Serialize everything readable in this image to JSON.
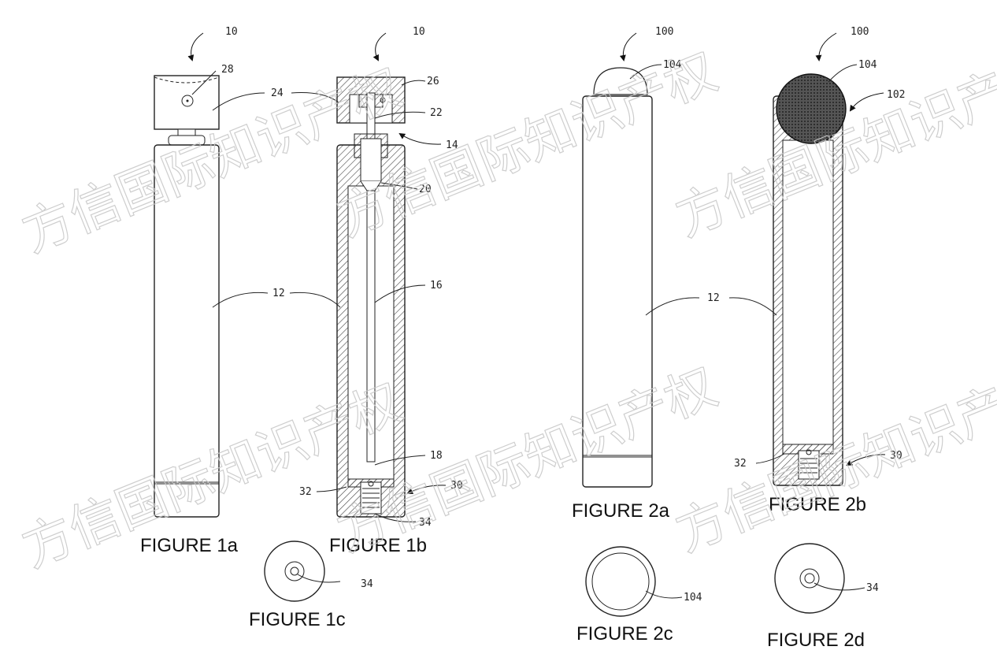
{
  "figures": {
    "fig1a": "FIGURE 1a",
    "fig1b": "FIGURE 1b",
    "fig1c": "FIGURE 1c",
    "fig2a": "FIGURE 2a",
    "fig2b": "FIGURE 2b",
    "fig2c": "FIGURE 2c",
    "fig2d": "FIGURE 2d"
  },
  "refs": {
    "r10": "10",
    "r100": "100",
    "r12": "12",
    "r14": "14",
    "r16": "16",
    "r18": "18",
    "r20": "20",
    "r22": "22",
    "r24": "24",
    "r26": "26",
    "r28": "28",
    "r30": "30",
    "r32": "32",
    "r34": "34",
    "r102": "102",
    "r104": "104"
  },
  "watermark": "方信国际知识产权"
}
